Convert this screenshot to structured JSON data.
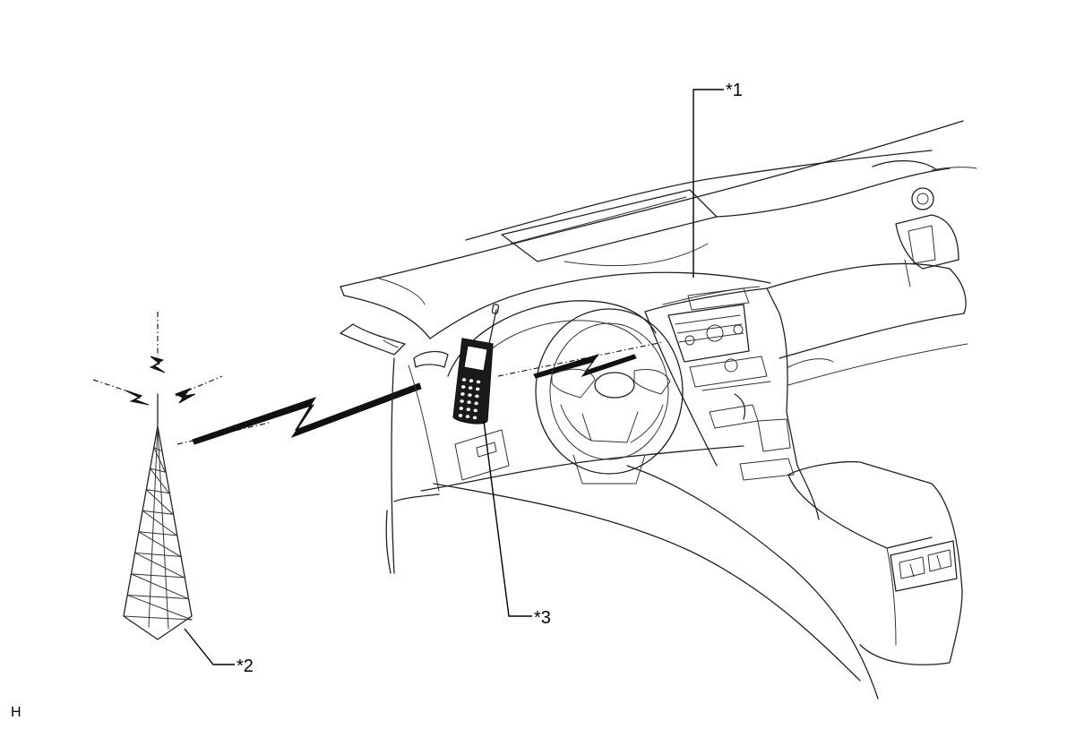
{
  "callouts": {
    "c1": "*1",
    "c2": "*2",
    "c3": "*3"
  },
  "corner_code": "H",
  "icons": [
    "cell-tower-icon",
    "mobile-phone-icon",
    "radio-wave-bolt-icon",
    "car-dashboard-illustration"
  ]
}
